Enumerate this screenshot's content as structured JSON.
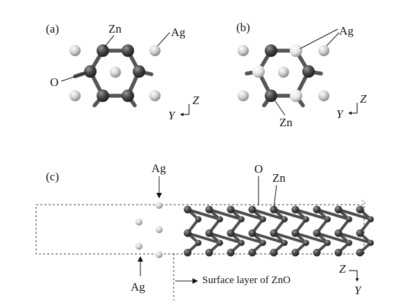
{
  "panels": {
    "a": {
      "tag": "(a)",
      "zn": "Zn",
      "ag": "Ag",
      "o": "O",
      "axis_z": "Z",
      "axis_y": "Y"
    },
    "b": {
      "tag": "(b)",
      "ag": "Ag",
      "zn": "Zn",
      "axis_z": "Z",
      "axis_y": "Y"
    },
    "c": {
      "tag": "(c)",
      "ag_top": "Ag",
      "ag_bottom": "Ag",
      "o": "O",
      "zn": "Zn",
      "surface_label": "Surface layer of ZnO",
      "axis_z": "Z",
      "axis_y": "Y"
    }
  },
  "colors": {
    "ag": "#c9c9c9",
    "zn_o": "#3f3f3f",
    "bond": "#555555",
    "frame": "#333333",
    "marker": "#a8a8a8"
  }
}
